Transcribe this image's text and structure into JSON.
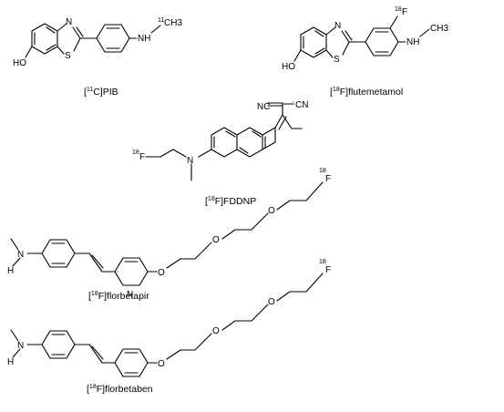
{
  "compounds": [
    {
      "name_prefix": "[",
      "isotope": "11",
      "name_suffix": "C]PIB",
      "atoms": {
        "s": "S",
        "n": "N",
        "ho": "HO",
        "nh": "NH",
        "ch3_iso": "11",
        "ch3": "CH3"
      }
    },
    {
      "name_prefix": "[",
      "isotope": "18",
      "name_suffix": "F]flutemetamol",
      "atoms": {
        "s": "S",
        "n": "N",
        "ho": "HO",
        "nh": "NH",
        "f_iso": "18",
        "f": "F",
        "ch3": "CH3"
      }
    },
    {
      "name_prefix": "[",
      "isotope": "18",
      "name_suffix": "F]FDDNP",
      "atoms": {
        "nc1": "NC",
        "cn1": "CN",
        "f_iso": "18",
        "f": "F",
        "n": "N"
      }
    },
    {
      "name_prefix": "[",
      "isotope": "18",
      "name_suffix": "F]florbetapir",
      "atoms": {
        "n_amine": "N",
        "h": "H",
        "n_pyr": "N",
        "o1": "O",
        "o2": "O",
        "o3": "O",
        "f_iso": "18",
        "f": "F"
      }
    },
    {
      "name_prefix": "[",
      "isotope": "18",
      "name_suffix": "F]florbetaben",
      "atoms": {
        "n_amine": "N",
        "h": "H",
        "o1": "O",
        "o2": "O",
        "o3": "O",
        "f_iso": "18",
        "f": "F"
      }
    }
  ]
}
